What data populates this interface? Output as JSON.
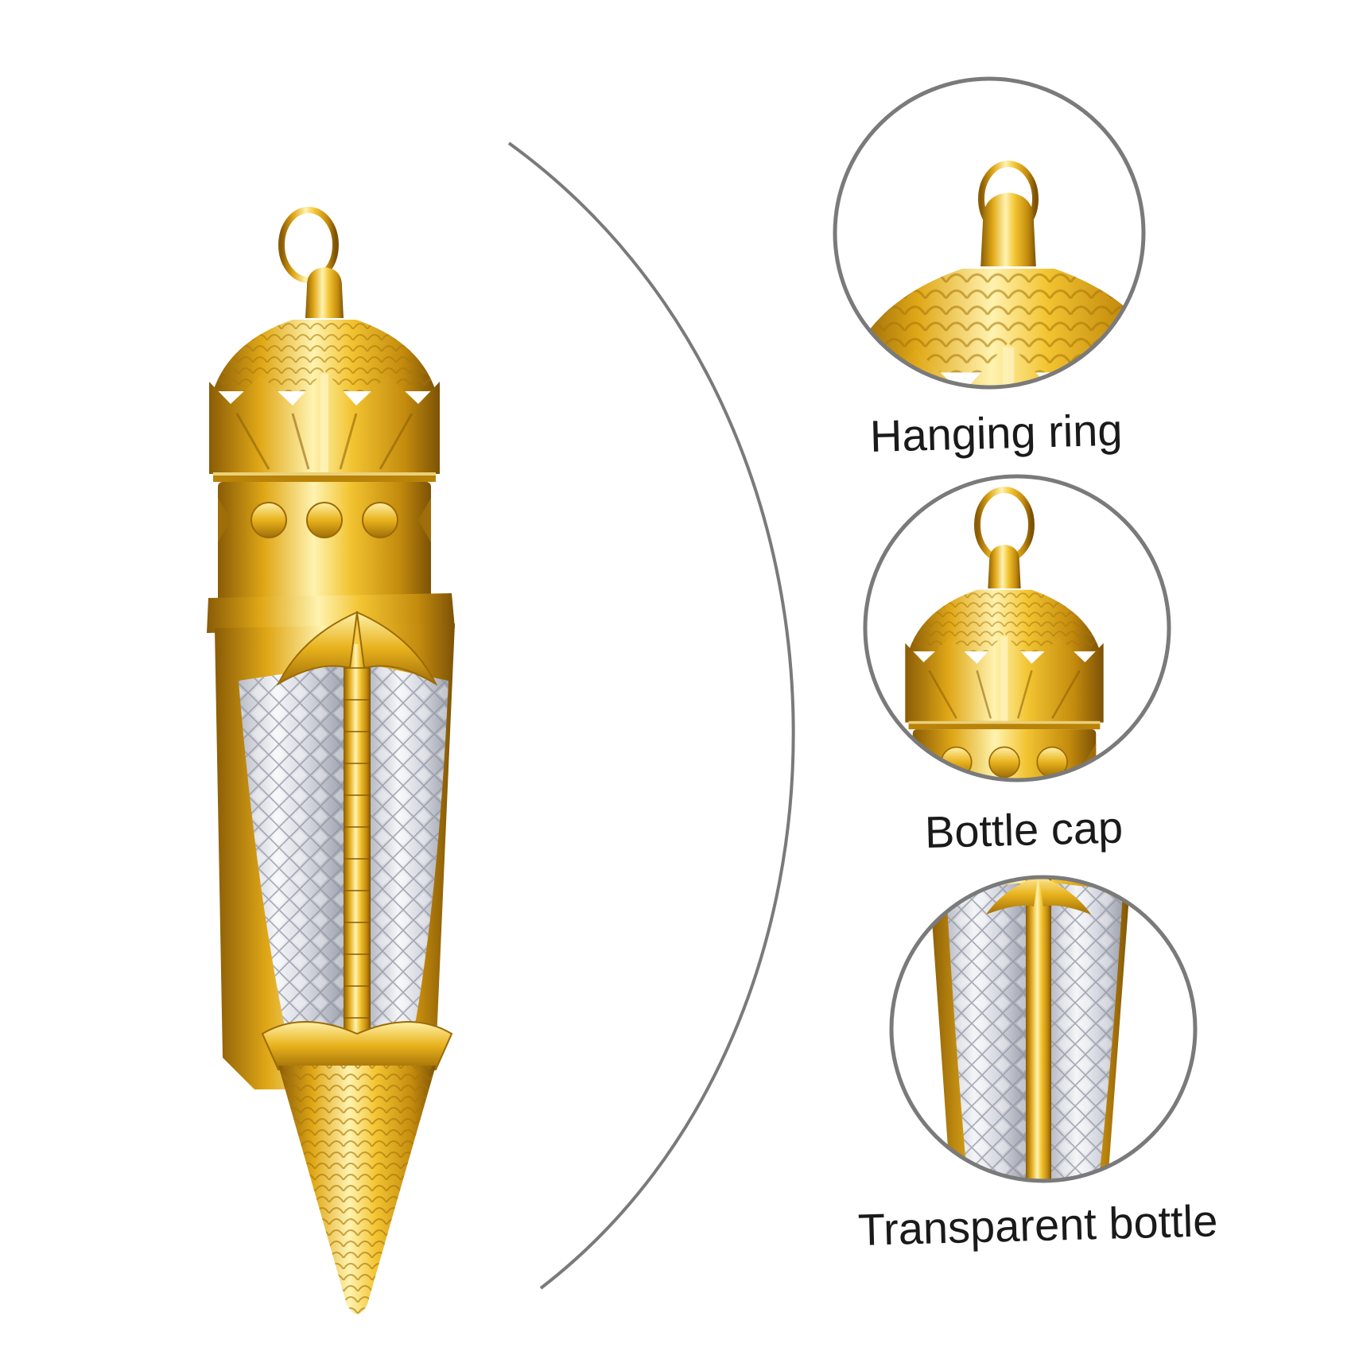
{
  "callouts": [
    {
      "label": "Hanging ring",
      "part": "hanging-ring"
    },
    {
      "label": "Bottle cap",
      "part": "bottle-cap"
    },
    {
      "label": "Transparent bottle",
      "part": "transparent-bottle"
    }
  ],
  "colors": {
    "background": "#ffffff",
    "gold": "#e8b21c",
    "gold_light": "#fff1a8",
    "gold_dark": "#9c6a08",
    "circle_outline": "#7a7a7a",
    "glass": "#e4e6ec",
    "text": "#1a1a1a"
  }
}
